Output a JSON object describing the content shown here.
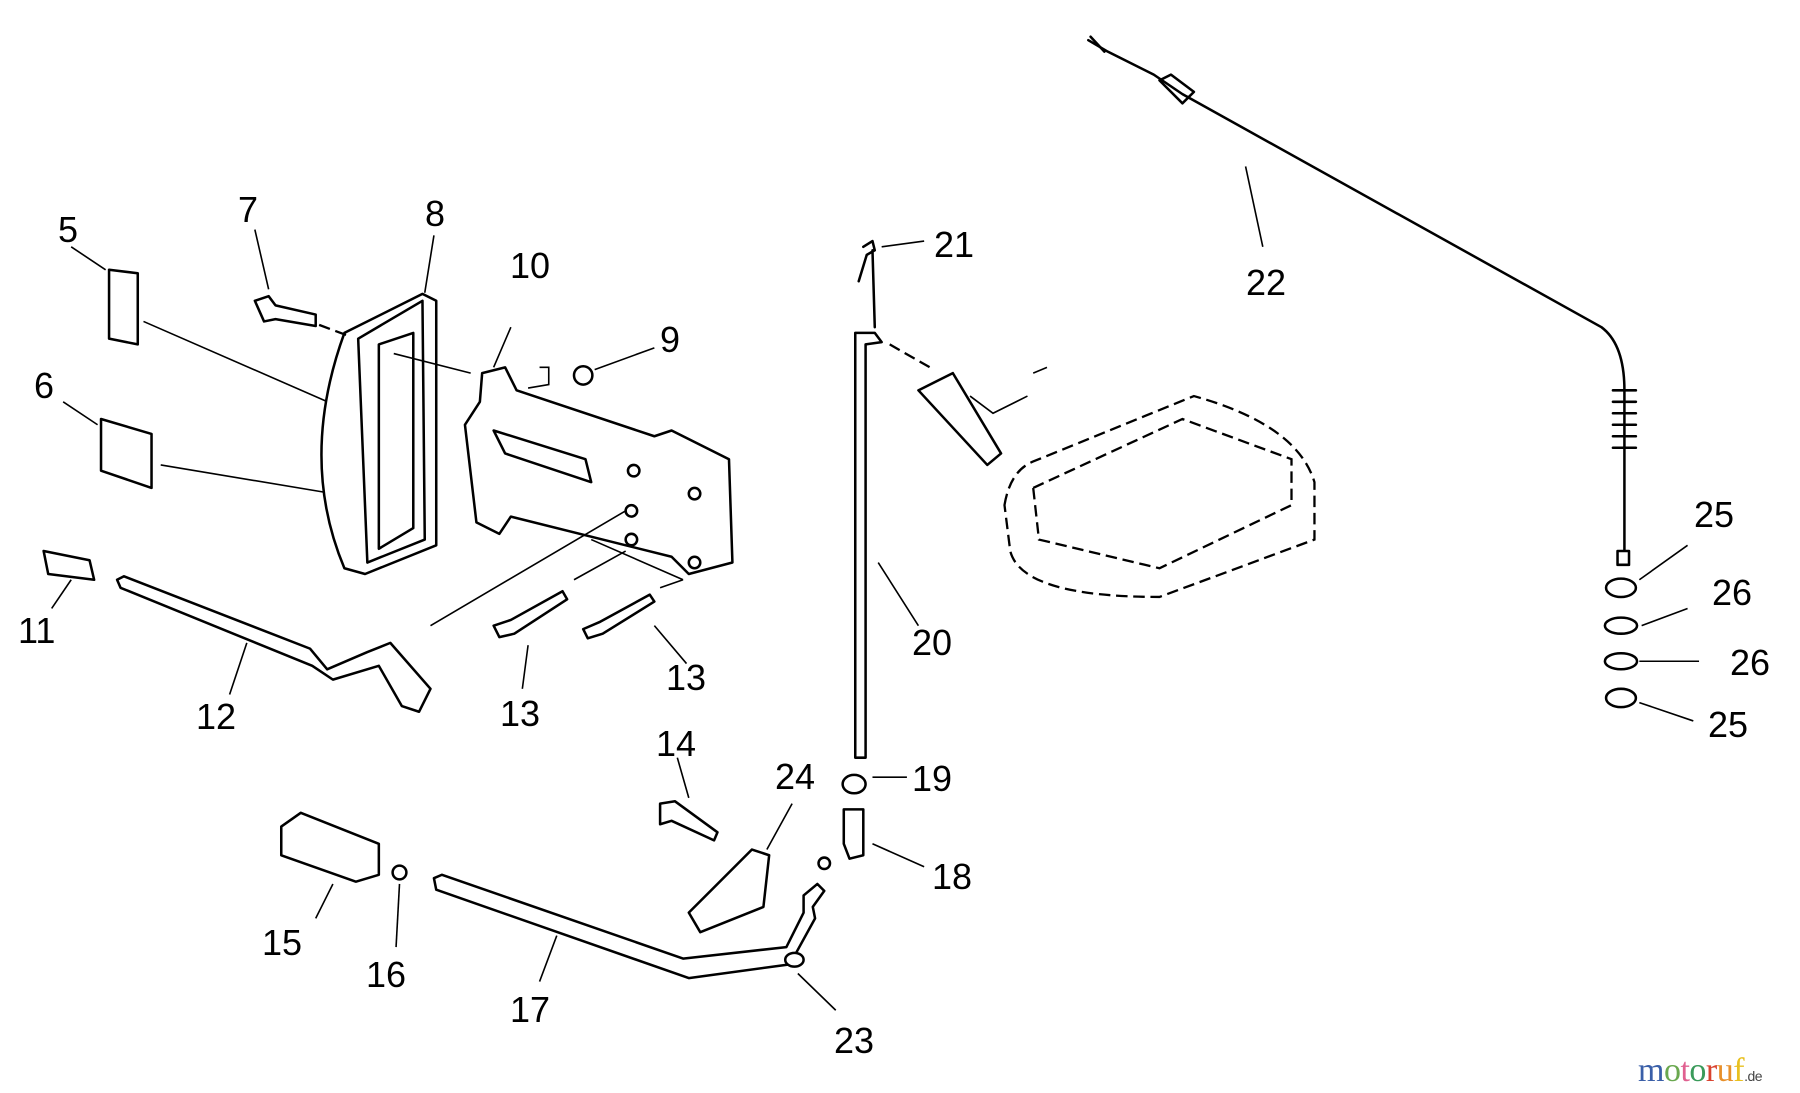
{
  "callouts": [
    "5",
    "6",
    "7",
    "8",
    "9",
    "10",
    "11",
    "12",
    "13",
    "13",
    "14",
    "15",
    "16",
    "17",
    "18",
    "19",
    "20",
    "21",
    "22",
    "23",
    "24",
    "25",
    "26",
    "26",
    "25"
  ],
  "watermark": {
    "text": "motoruf",
    "suffix": ".de",
    "colors": [
      "#3a5fa8",
      "#6aa84f",
      "#e06090",
      "#3a9a5a",
      "#d9432f",
      "#e8902a",
      "#e8c020"
    ]
  }
}
